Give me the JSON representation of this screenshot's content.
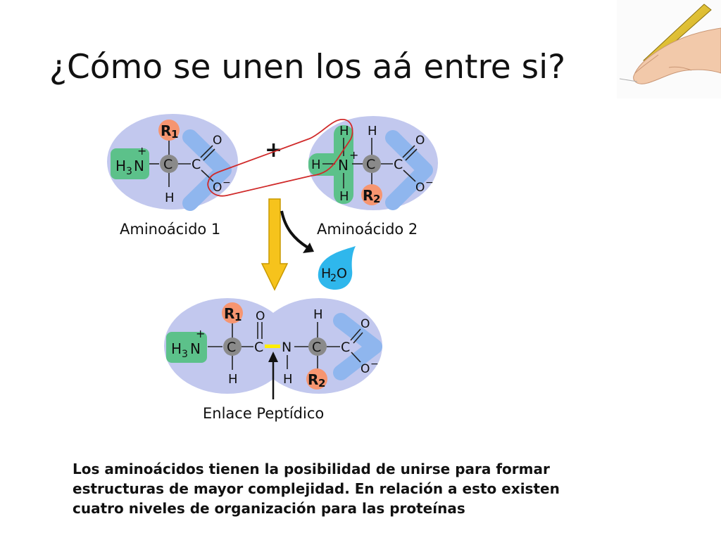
{
  "slide": {
    "title": "¿Cómo se unen los aá entre si?",
    "caption_lines": [
      "Los aminoácidos tienen la posibilidad de unirse para formar",
      "estructuras de mayor complejidad. En relación a esto existen",
      "cuatro niveles de organización para las proteínas"
    ]
  },
  "diagram": {
    "plus": "+",
    "amino1": {
      "label": "Aminoácido 1",
      "r": "R",
      "r_sub": "1",
      "h3": "H",
      "h3_sub": "3",
      "n": "N",
      "n_charge": "+",
      "c_alpha": "C",
      "h_bottom": "H",
      "c_carboxyl": "C",
      "o_top": "O",
      "o_bottom": "O",
      "o_charge": "−"
    },
    "amino2": {
      "label": "Aminoácido 2",
      "h_top_left": "H",
      "h_top_right": "H",
      "h_left": "H",
      "n": "N",
      "n_charge": "+",
      "h_bottom": "H",
      "c_alpha": "C",
      "r": "R",
      "r_sub": "2",
      "c_carboxyl": "C",
      "o_top": "O",
      "o_bottom": "O",
      "o_charge": "−"
    },
    "water": {
      "h": "H",
      "sub": "2",
      "o": "O"
    },
    "dipeptide": {
      "label": "Enlace Peptídico",
      "r1": "R",
      "r1_sub": "1",
      "h3": "H",
      "h3_sub": "3",
      "n1": "N",
      "n1_charge": "+",
      "c1": "C",
      "h1_bottom": "H",
      "c2": "C",
      "o_double": "O",
      "n2": "N",
      "h_n2": "H",
      "c3": "C",
      "h_top": "H",
      "r2": "R",
      "r2_sub": "2",
      "c4": "C",
      "o_top": "O",
      "o_bottom": "O",
      "o_charge": "−"
    },
    "colors": {
      "blob": "#c2c8ee",
      "amine": "#5cc18a",
      "carboxyl": "#8fb6ee",
      "carbon": "#8a8a8a",
      "r_group": "#f69570",
      "arrow_fill": "#f6c31c",
      "arrow_stroke": "#c99a00",
      "water": "#2fb7ec",
      "link_line": "#d02a2a",
      "bond_highlight": "#ffee00"
    }
  }
}
